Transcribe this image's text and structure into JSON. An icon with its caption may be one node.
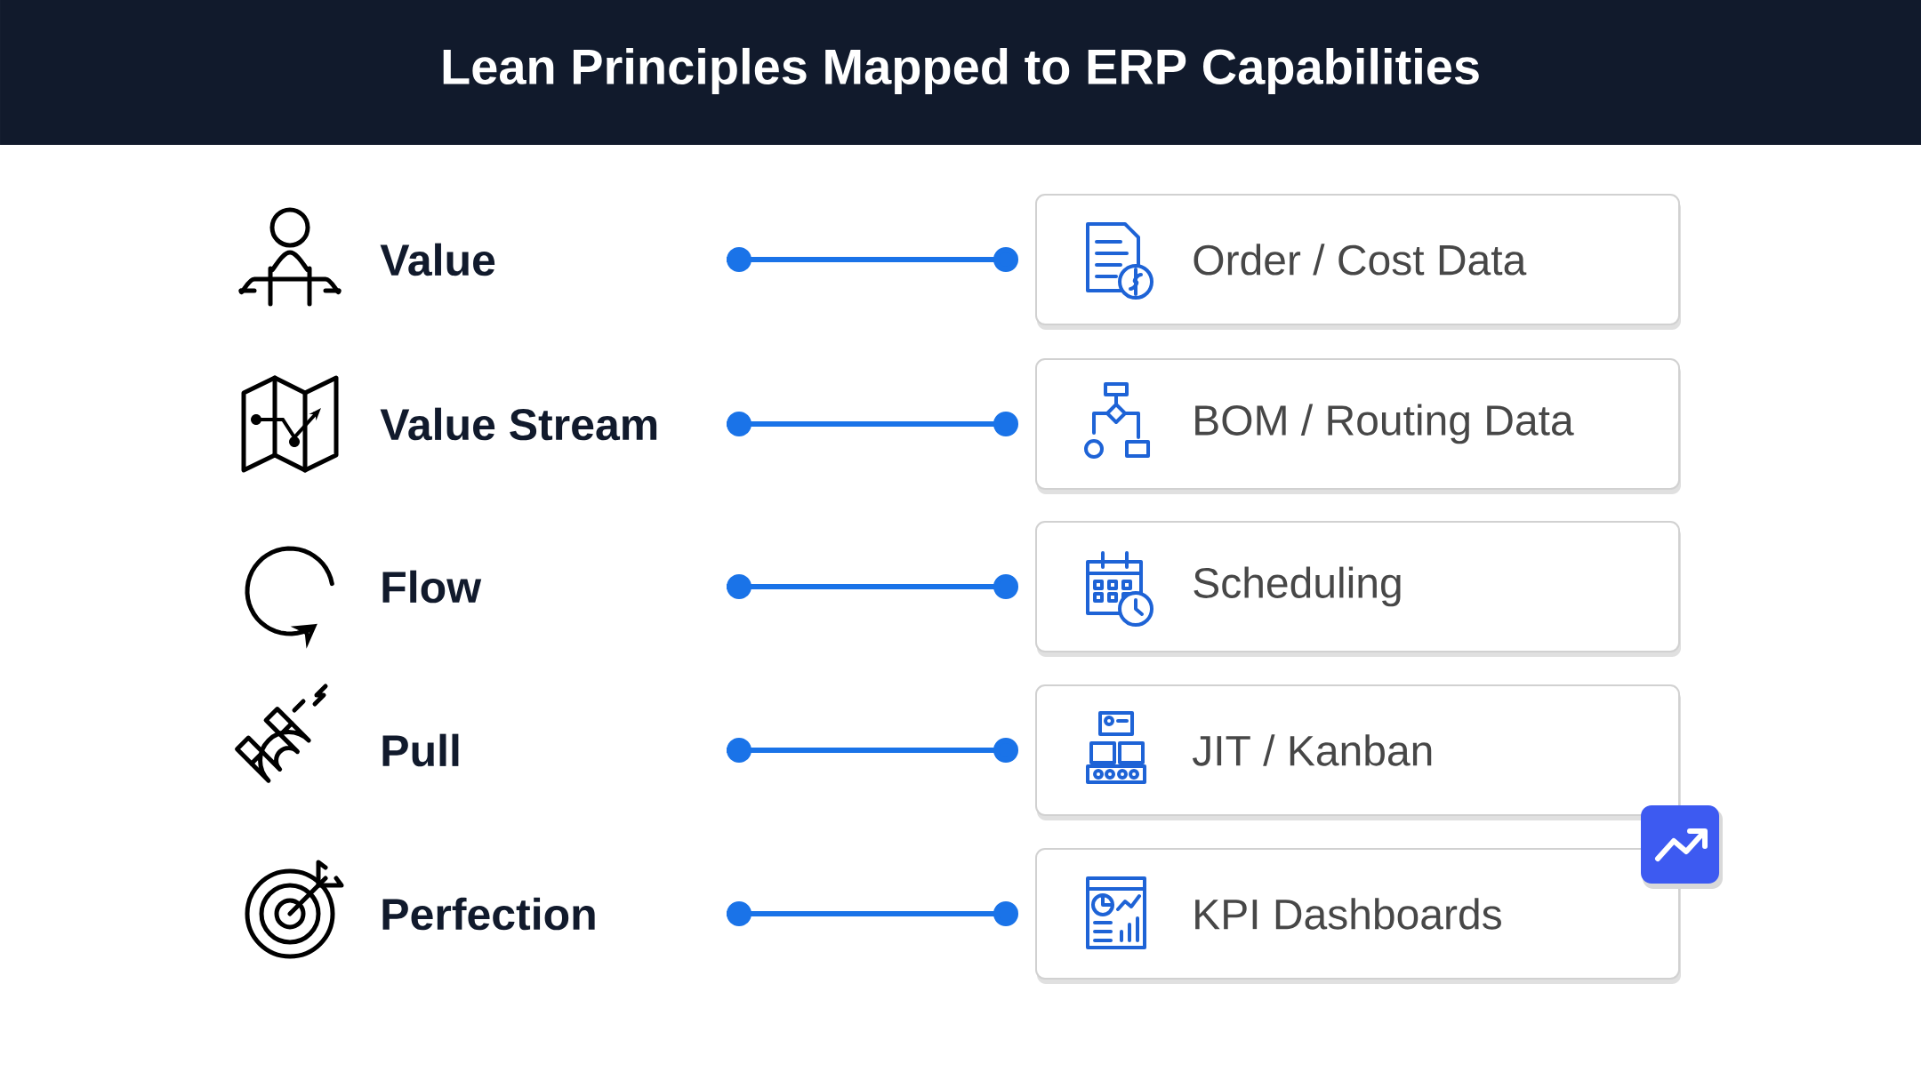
{
  "diagram": {
    "title": "Lean Principles Mapped to ERP Capabilities",
    "nodes": [
      {
        "text": [
          "Value"
        ]
      },
      {
        "text": [
          "Order / Cost Data"
        ]
      },
      {
        "text": [
          "Value Stream"
        ]
      },
      {
        "text": [
          "BOM / Routing Data"
        ]
      },
      {
        "text": [
          "Flow"
        ]
      },
      {
        "text": [
          "Scheduling"
        ]
      },
      {
        "text": [
          "Pull"
        ]
      },
      {
        "text": [
          "JIT / Kanban"
        ]
      },
      {
        "text": [
          "Perfection"
        ]
      },
      {
        "text": [
          "KPI Dashboards"
        ]
      }
    ],
    "edges": [
      {
        "from": 0,
        "to": 1,
        "arrow": "other"
      },
      {
        "from": 2,
        "to": 3,
        "arrow": "other"
      },
      {
        "from": 4,
        "to": 5,
        "arrow": "other"
      },
      {
        "from": 6,
        "to": 7,
        "arrow": "other"
      },
      {
        "from": 8,
        "to": 9,
        "arrow": "other"
      }
    ]
  }
}
